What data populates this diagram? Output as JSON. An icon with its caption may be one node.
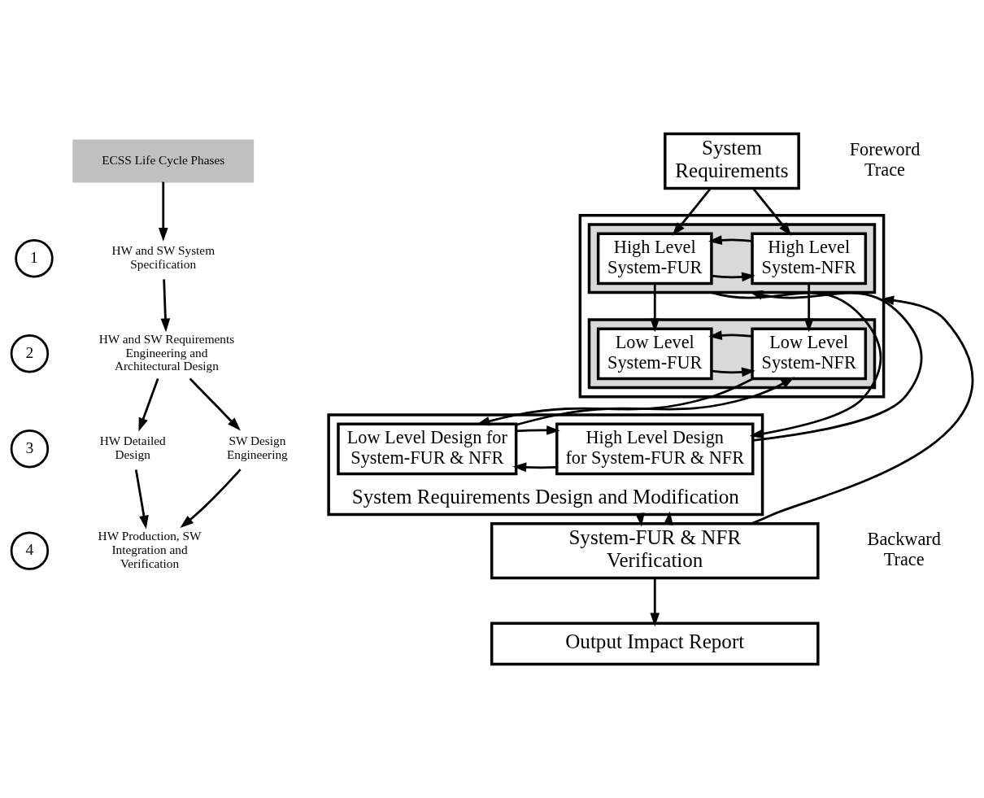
{
  "diagram": {
    "nodes": [
      {
        "text": [
          "ECSS Life Cycle Phases"
        ]
      },
      {
        "text": [
          "HW and SW System Specification"
        ]
      },
      {
        "text": [
          "HW and SW Requirements Engineering and Architectural Design"
        ]
      },
      {
        "text": [
          "HW Detailed Design"
        ]
      },
      {
        "text": [
          "SW Design Engineering"
        ]
      },
      {
        "text": [
          "HW Production, SW Integration and Verification"
        ]
      },
      {
        "text": [
          "1"
        ]
      },
      {
        "text": [
          "2"
        ]
      },
      {
        "text": [
          "3"
        ]
      },
      {
        "text": [
          "4"
        ]
      },
      {
        "text": [
          "System Requirements"
        ]
      },
      {
        "text": [],
        "shape": "box"
      },
      {
        "text": [],
        "shape": "box",
        "in": 11
      },
      {
        "text": [
          "High Level System-FUR"
        ],
        "in": 12
      },
      {
        "text": [
          "High Level System-NFR"
        ],
        "in": 12
      },
      {
        "text": [],
        "shape": "box",
        "in": 11
      },
      {
        "text": [
          "Low Level System-FUR"
        ],
        "in": 15
      },
      {
        "text": [
          "Low Level System-NFR"
        ],
        "in": 15
      },
      {
        "text": [
          "System Requirements Design and Modification"
        ]
      },
      {
        "text": [
          "High Level Design for System-FUR & NFR"
        ],
        "in": 18
      },
      {
        "text": [
          "Low Level Design for System-FUR & NFR"
        ],
        "in": 18
      },
      {
        "text": [
          "System-FUR & NFR Verification"
        ]
      },
      {
        "text": [
          "Output Impact Report"
        ]
      }
    ],
    "edges": [
      {
        "from": 0,
        "to": 1,
        "arrow": "to"
      },
      {
        "from": 1,
        "to": 2,
        "arrow": "to"
      },
      {
        "from": 2,
        "to": 3,
        "arrow": "to"
      },
      {
        "from": 2,
        "to": 4,
        "arrow": "to"
      },
      {
        "from": 3,
        "to": 5,
        "arrow": "to"
      },
      {
        "from": 4,
        "to": 5,
        "arrow": "to"
      },
      {
        "from": 10,
        "to": 13,
        "arrow": "to"
      },
      {
        "from": 10,
        "to": 14,
        "arrow": "to"
      },
      {
        "from": 13,
        "to": 14,
        "arrow": "to"
      },
      {
        "from": 14,
        "to": 13,
        "arrow": "to"
      },
      {
        "from": 13,
        "to": 16,
        "arrow": "to"
      },
      {
        "from": 14,
        "to": 17,
        "arrow": "to"
      },
      {
        "from": 16,
        "to": 17,
        "arrow": "to"
      },
      {
        "from": 17,
        "to": 16,
        "arrow": "to"
      },
      {
        "from": 12,
        "to": 19,
        "arrow": "to"
      },
      {
        "from": 19,
        "to": 12,
        "arrow": "to"
      },
      {
        "from": 17,
        "to": 20,
        "arrow": "to"
      },
      {
        "from": 20,
        "to": 17,
        "arrow": "to"
      },
      {
        "from": 19,
        "to": 20,
        "arrow": "to"
      },
      {
        "from": 20,
        "to": 19,
        "arrow": "to"
      },
      {
        "from": 18,
        "to": 21,
        "arrow": "to"
      },
      {
        "from": 21,
        "to": 22,
        "arrow": "to"
      },
      {
        "from": 21,
        "to": 11,
        "arrow": "to"
      },
      {
        "from": 21,
        "to": 18,
        "arrow": "to"
      }
    ],
    "labels": [
      "Foreword Trace",
      "Backward Trace"
    ]
  }
}
